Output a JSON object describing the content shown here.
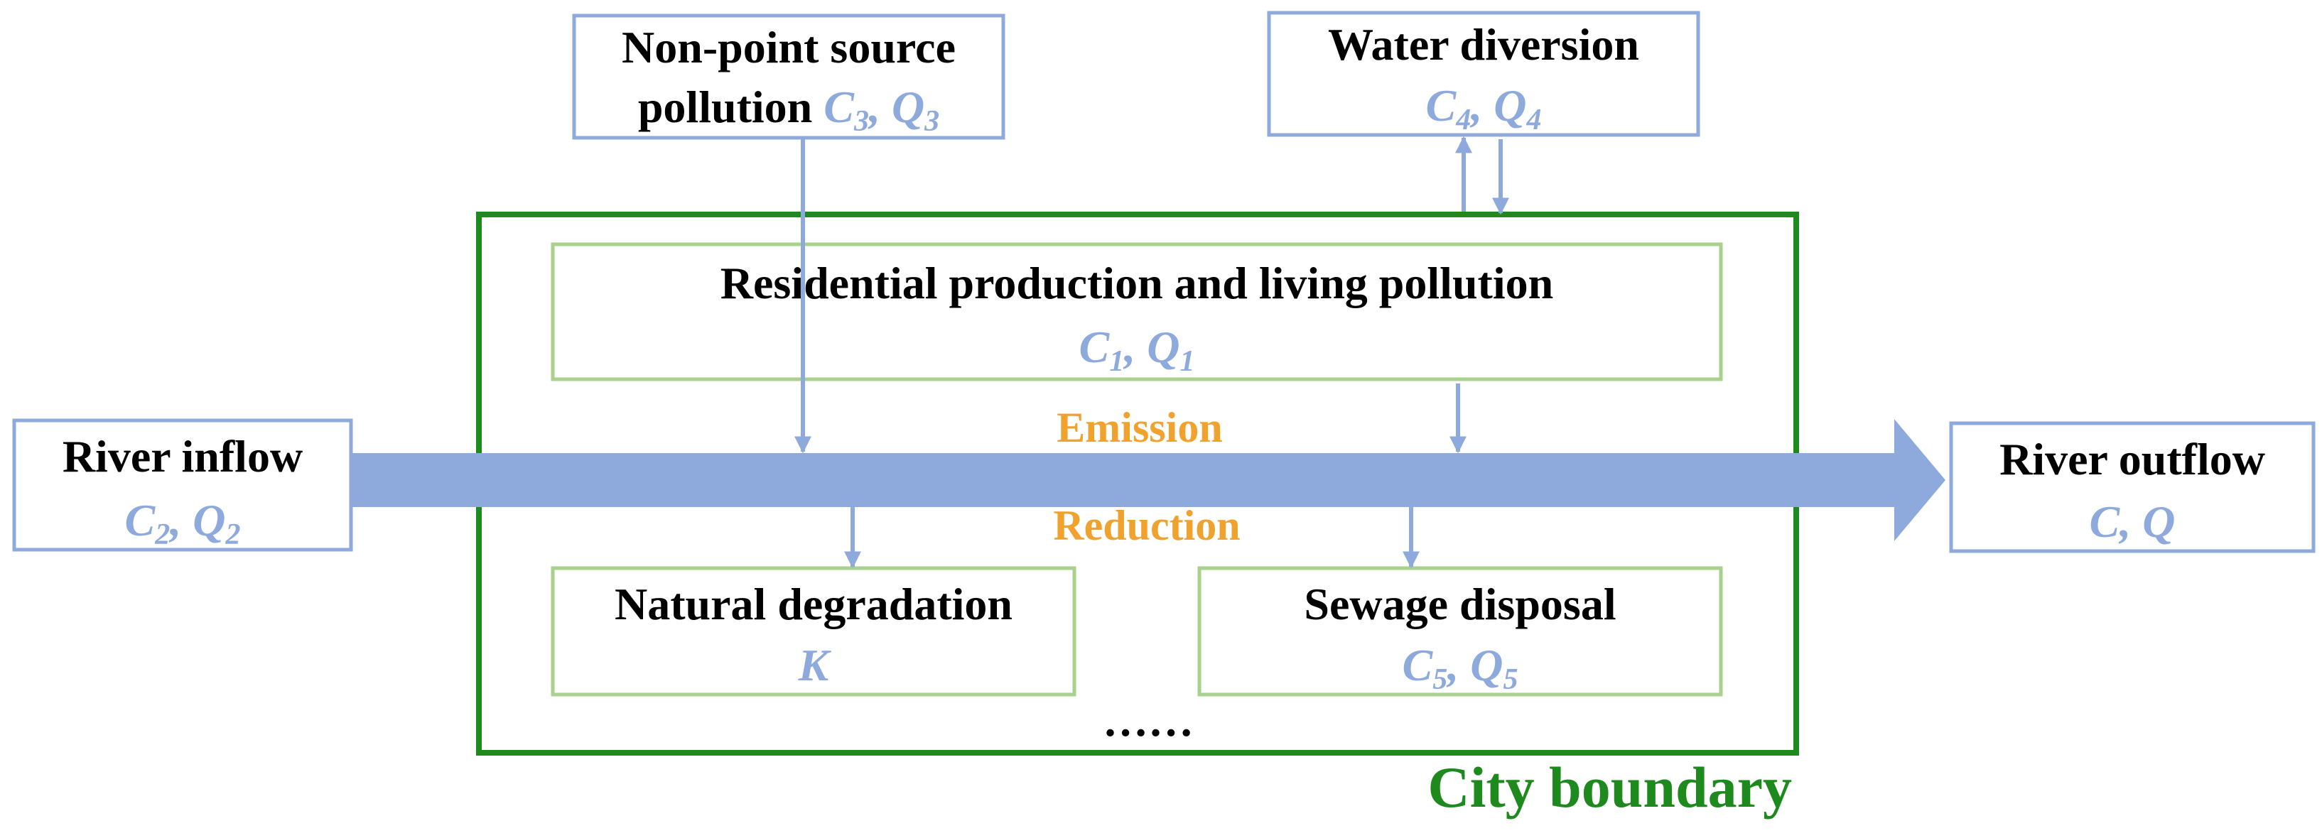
{
  "colors": {
    "blue": "#8EA9DB",
    "green_boundary": "#1E8A1E",
    "green_box": "#A9D18E",
    "orange": "#F0A22E",
    "text": "#000000"
  },
  "nodes": {
    "nonpoint": {
      "title_line1": "Non-point source",
      "title_line2": "pollution",
      "var1_base": "C",
      "var1_sub": "3",
      "var2_base": "Q",
      "var2_sub": "3"
    },
    "diversion": {
      "title": "Water diversion",
      "var1_base": "C",
      "var1_sub": "4",
      "var2_base": "Q",
      "var2_sub": "4"
    },
    "residential": {
      "title": "Residential production and living pollution",
      "var1_base": "C",
      "var1_sub": "1",
      "var2_base": "Q",
      "var2_sub": "1"
    },
    "inflow": {
      "title": "River inflow",
      "var1_base": "C",
      "var1_sub": "2",
      "var2_base": "Q",
      "var2_sub": "2"
    },
    "outflow": {
      "title": "River outflow",
      "var1_base": "C",
      "var2_base": "Q"
    },
    "degradation": {
      "title": "Natural degradation",
      "var": "K"
    },
    "sewage": {
      "title": "Sewage disposal",
      "var1_base": "C",
      "var1_sub": "5",
      "var2_base": "Q",
      "var2_sub": "5"
    }
  },
  "labels": {
    "emission": "Emission",
    "reduction": "Reduction",
    "ellipsis": "……",
    "city_boundary": "City boundary",
    "comma": ", "
  }
}
